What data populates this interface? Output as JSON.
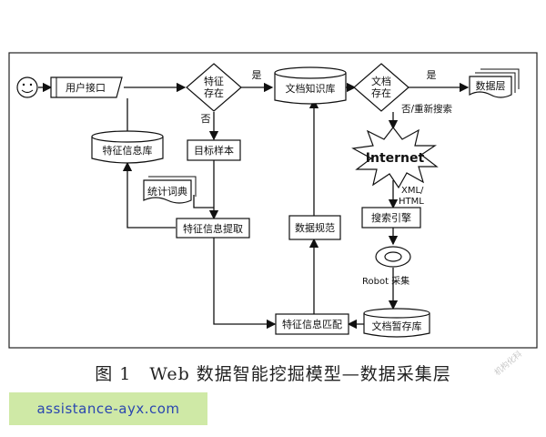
{
  "diagram": {
    "nodes": {
      "user_interface": "用户接口",
      "feature_exists": "特征存在",
      "doc_kb": "文档知识库",
      "doc_exists": "文档存在",
      "data_layer": "数据层",
      "feature_info_lib": "特征信息库",
      "target_sample": "目标样本",
      "stat_dict": "统计词典",
      "feature_extract": "特征信息提取",
      "data_norm": "数据规范",
      "internet": "Internet",
      "search_engine": "搜索引擎",
      "feature_match": "特征信息匹配",
      "doc_temp_lib": "文档暂存库"
    },
    "edge_labels": {
      "yes_1": "是",
      "no_1": "否",
      "yes_2": "是",
      "no_research": "否/重新搜索",
      "xml_html_1": "XML/",
      "xml_html_2": "HTML",
      "robot_collect": "Robot 采集"
    }
  },
  "caption": "图 1　Web 数据智能挖掘模型—数据采集层",
  "watermark": "机构化科",
  "footer": "assistance-ayx.com"
}
